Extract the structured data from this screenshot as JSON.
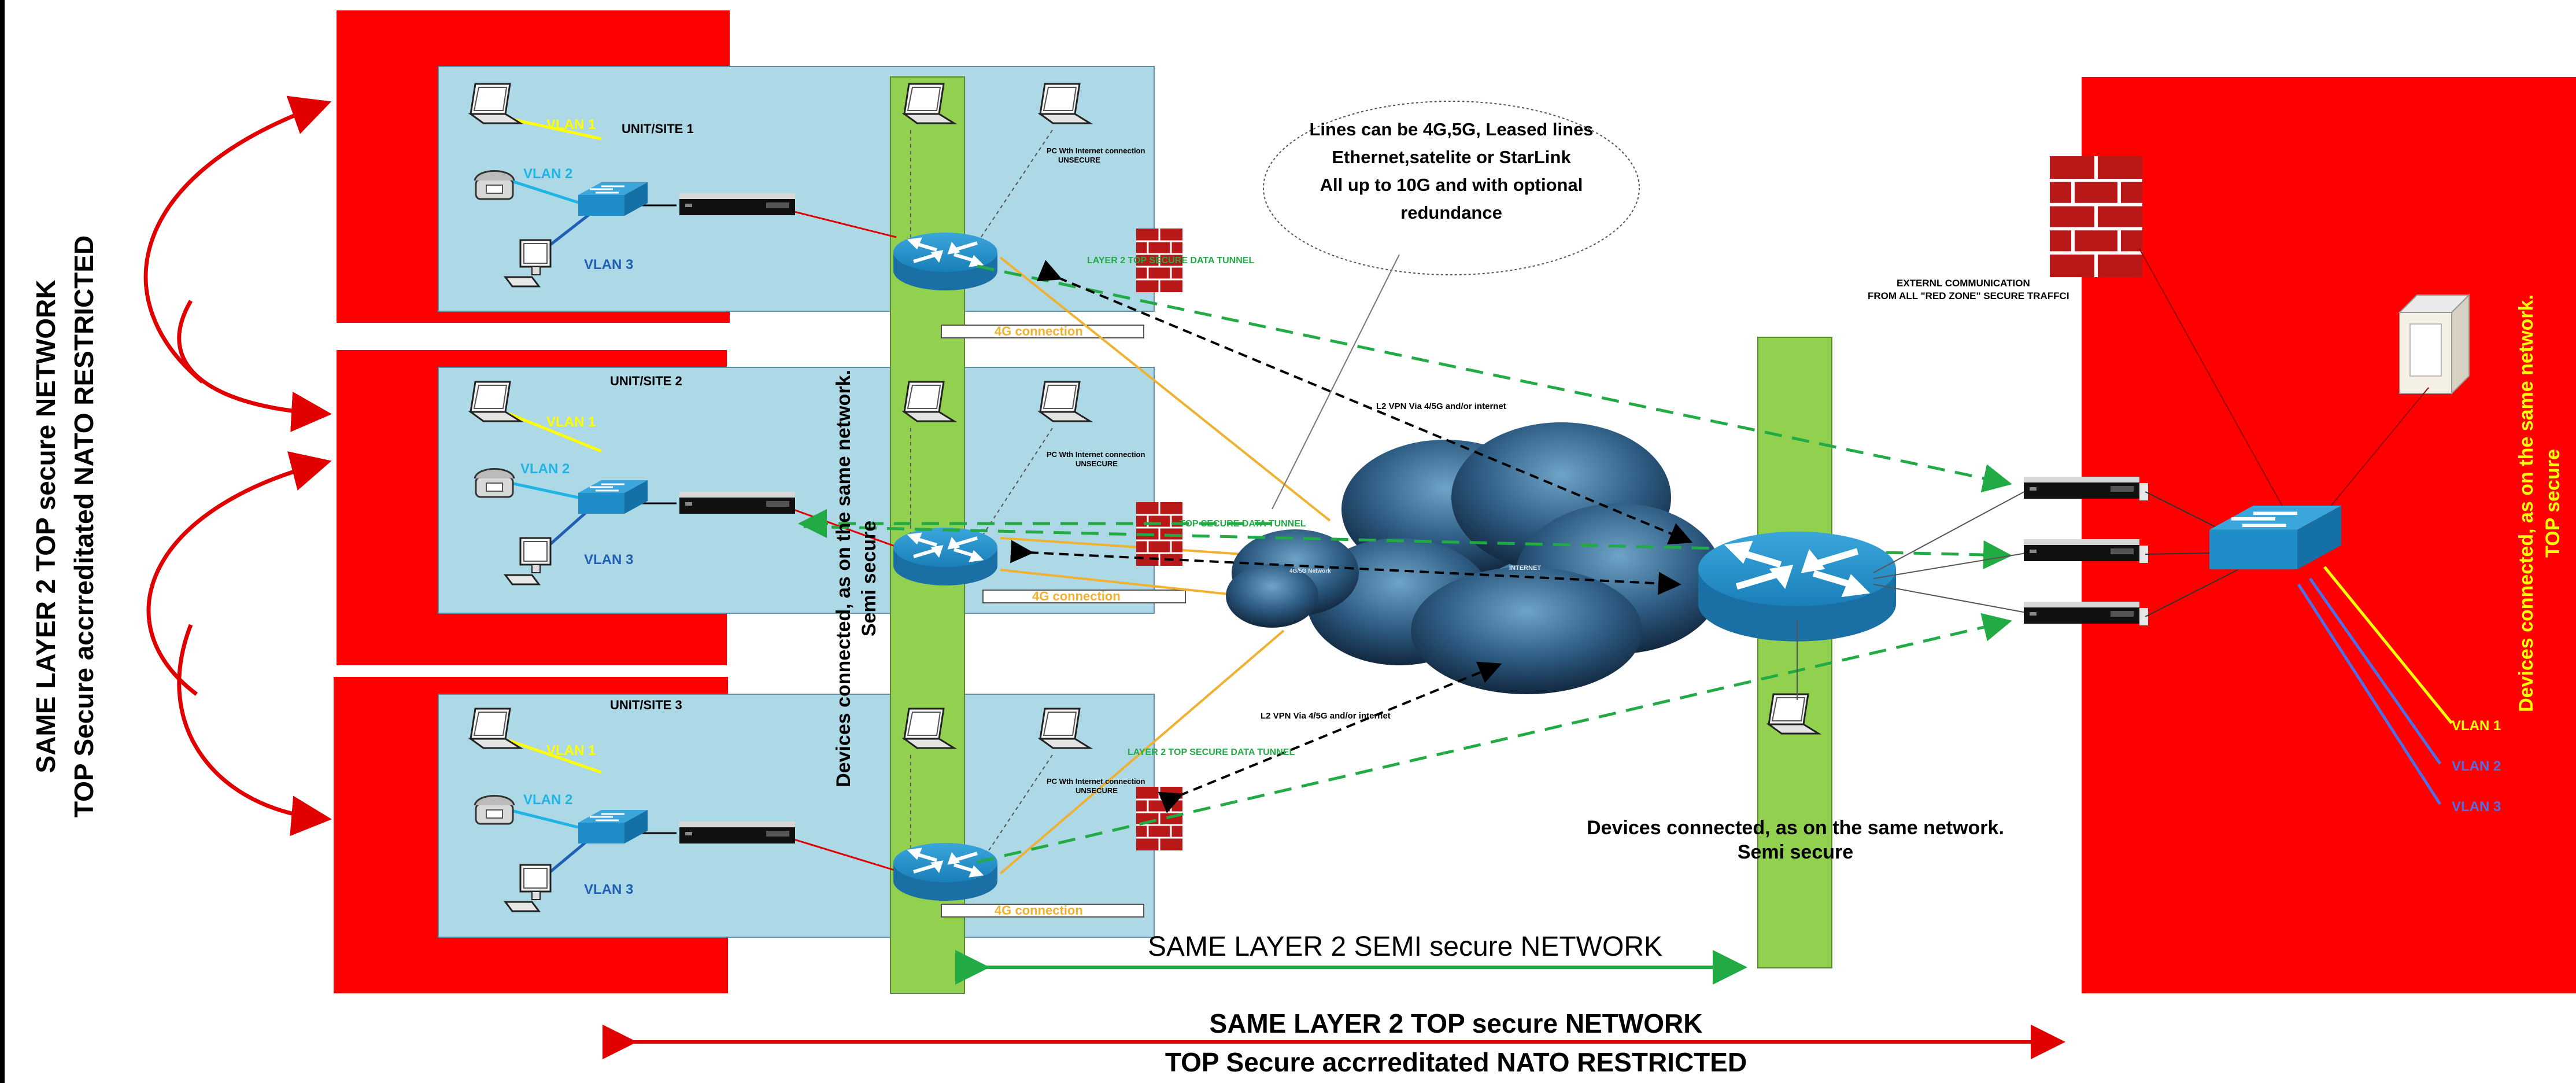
{
  "units": [
    {
      "title": "UNIT/SITE 1",
      "vlans": [
        "VLAN 1",
        "VLAN 2",
        "VLAN 3"
      ],
      "pc_note": [
        "PC Wth Internet connection",
        "UNSECURE"
      ],
      "connection": "4G connection",
      "tunnel": "LAYER 2 TOP SECURE DATA TUNNEL"
    },
    {
      "title": "UNIT/SITE 2",
      "vlans": [
        "VLAN 1",
        "VLAN 2",
        "VLAN 3"
      ],
      "pc_note": [
        "PC Wth Internet connection",
        "UNSECURE"
      ],
      "connection": "4G connection",
      "tunnel": "TOP SECURE DATA TUNNEL"
    },
    {
      "title": "UNIT/SITE 3",
      "vlans": [
        "VLAN 1",
        "VLAN 2",
        "VLAN 3"
      ],
      "pc_note": [
        "PC Wth Internet connection",
        "UNSECURE"
      ],
      "connection": "4G connection",
      "tunnel": "LAYER 2 TOP SECURE DATA TUNNEL"
    }
  ],
  "cloud_note": [
    "Lines can be 4G,5G, Leased lines",
    "Ethernet,satelite or StarLink",
    "All up to 10G and with optional",
    "redundance"
  ],
  "vpn_labels": [
    "L2 VPN Via 4/5G and/or internet",
    "L2 VPN Via 4/5G and/or internet"
  ],
  "cloud_labels": [
    "4G/5G Network",
    "INTERNET"
  ],
  "external_comm": [
    "EXTERNL COMMUNICATION",
    "FROM ALL \"RED ZONE\" SECURE TRAFFCI"
  ],
  "left_label": [
    "SAME LAYER 2 TOP secure NETWORK",
    "TOP Secure accrreditated NATO RESTRICTED"
  ],
  "green_bar_label": [
    "Devices connected, as on the same network.",
    "Semi secure"
  ],
  "center_devices_label": [
    "Devices connected, as on the same network.",
    "Semi secure"
  ],
  "right_vertical_label": [
    "Devices connected, as on the same network.",
    "TOP secure"
  ],
  "right_vlans": [
    "VLAN 1",
    "VLAN 2",
    "VLAN 3"
  ],
  "semi_network_label": "SAME LAYER 2 SEMI secure NETWORK",
  "bottom_label": [
    "SAME LAYER 2 TOP secure NETWORK",
    "TOP Secure accrreditated NATO RESTRICTED"
  ],
  "colors": {
    "red_zone": "#ff0000",
    "unit_bg": "#add8e6",
    "green_bar": "#92d050",
    "vlan1": "#ffff00",
    "vlan2": "#1fb4e6",
    "vlan3": "#1f5fb4",
    "tunnel_green": "#22aa44",
    "orange_line": "#f0b030",
    "cisco_blue": "#1f8ec8"
  }
}
